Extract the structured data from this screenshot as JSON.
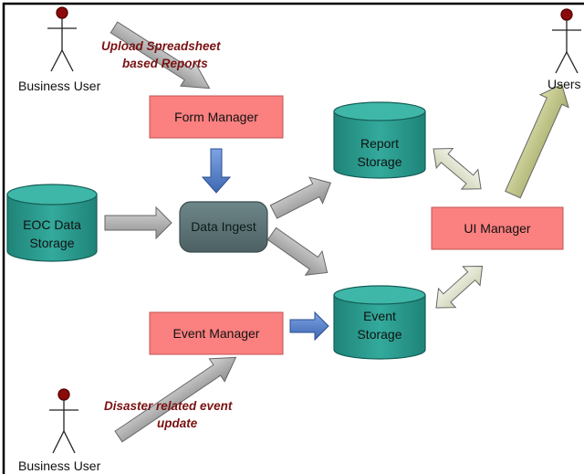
{
  "actors": {
    "business_user_top": "Business User",
    "users": "Users",
    "business_user_bottom": "Business User"
  },
  "components": {
    "form_manager": "Form Manager",
    "event_manager": "Event Manager",
    "data_ingest": "Data Ingest",
    "ui_manager": "UI Manager"
  },
  "storages": {
    "eoc": [
      "EOC Data",
      "Storage"
    ],
    "report": [
      "Report",
      "Storage"
    ],
    "event": [
      "Event",
      "Storage"
    ]
  },
  "annotations": {
    "upload": [
      "Upload Spreadsheet",
      "based Reports"
    ],
    "disaster": [
      "Disaster related event",
      "update"
    ]
  },
  "colors": {
    "manager_fill": "#fb8080",
    "storage_fill": "#2a9d8f",
    "ingest_fill": "#5e7476",
    "arrow_gray": "#a9a9a9",
    "arrow_blue": "#5b86cf",
    "arrow_light": "#e6ead6",
    "arrow_olive": "#c4c98e",
    "annotation_text": "#7a1212"
  }
}
